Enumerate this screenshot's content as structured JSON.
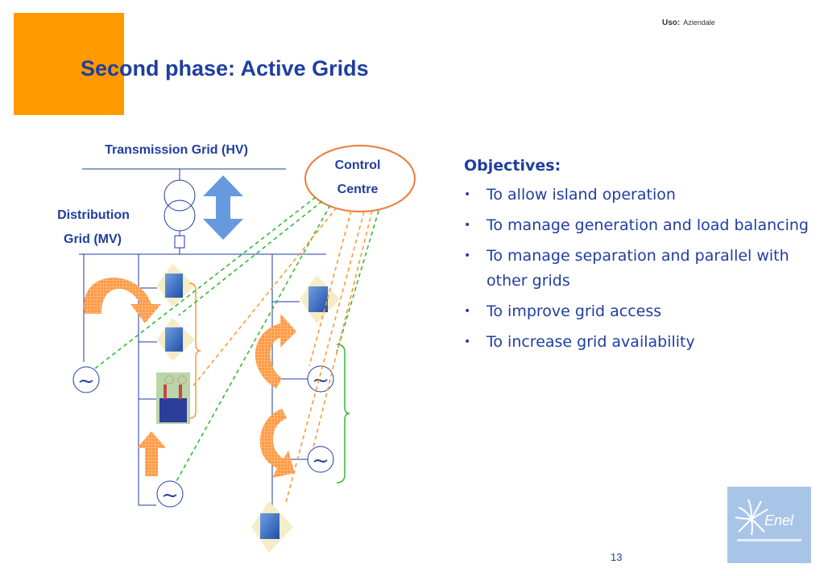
{
  "header": {
    "uso_label": "Uso:",
    "uso_value": "Aziendale"
  },
  "title": "Second phase: Active Grids",
  "diagram": {
    "transmission_label": "Transmission Grid (HV)",
    "distribution_label_1": "Distribution",
    "distribution_label_2": "Grid (MV)",
    "control_label_1": "Control",
    "control_label_2": "Centre",
    "generator_symbol": "~",
    "colors": {
      "line": "#1f3ea0",
      "ellipse": "#f07a3a",
      "green": "#33bb33",
      "orange": "#ff9933",
      "arrow_blue": "#6699dd"
    }
  },
  "objectives": {
    "heading": "Objectives:",
    "bullet": "•",
    "items": [
      "To allow island operation",
      "To manage generation and load balancing",
      "To manage separation and parallel with other grids",
      "To improve grid access",
      "To increase grid availability"
    ]
  },
  "logo": {
    "brand": "Enel"
  },
  "footer": {
    "page_number": "13"
  }
}
